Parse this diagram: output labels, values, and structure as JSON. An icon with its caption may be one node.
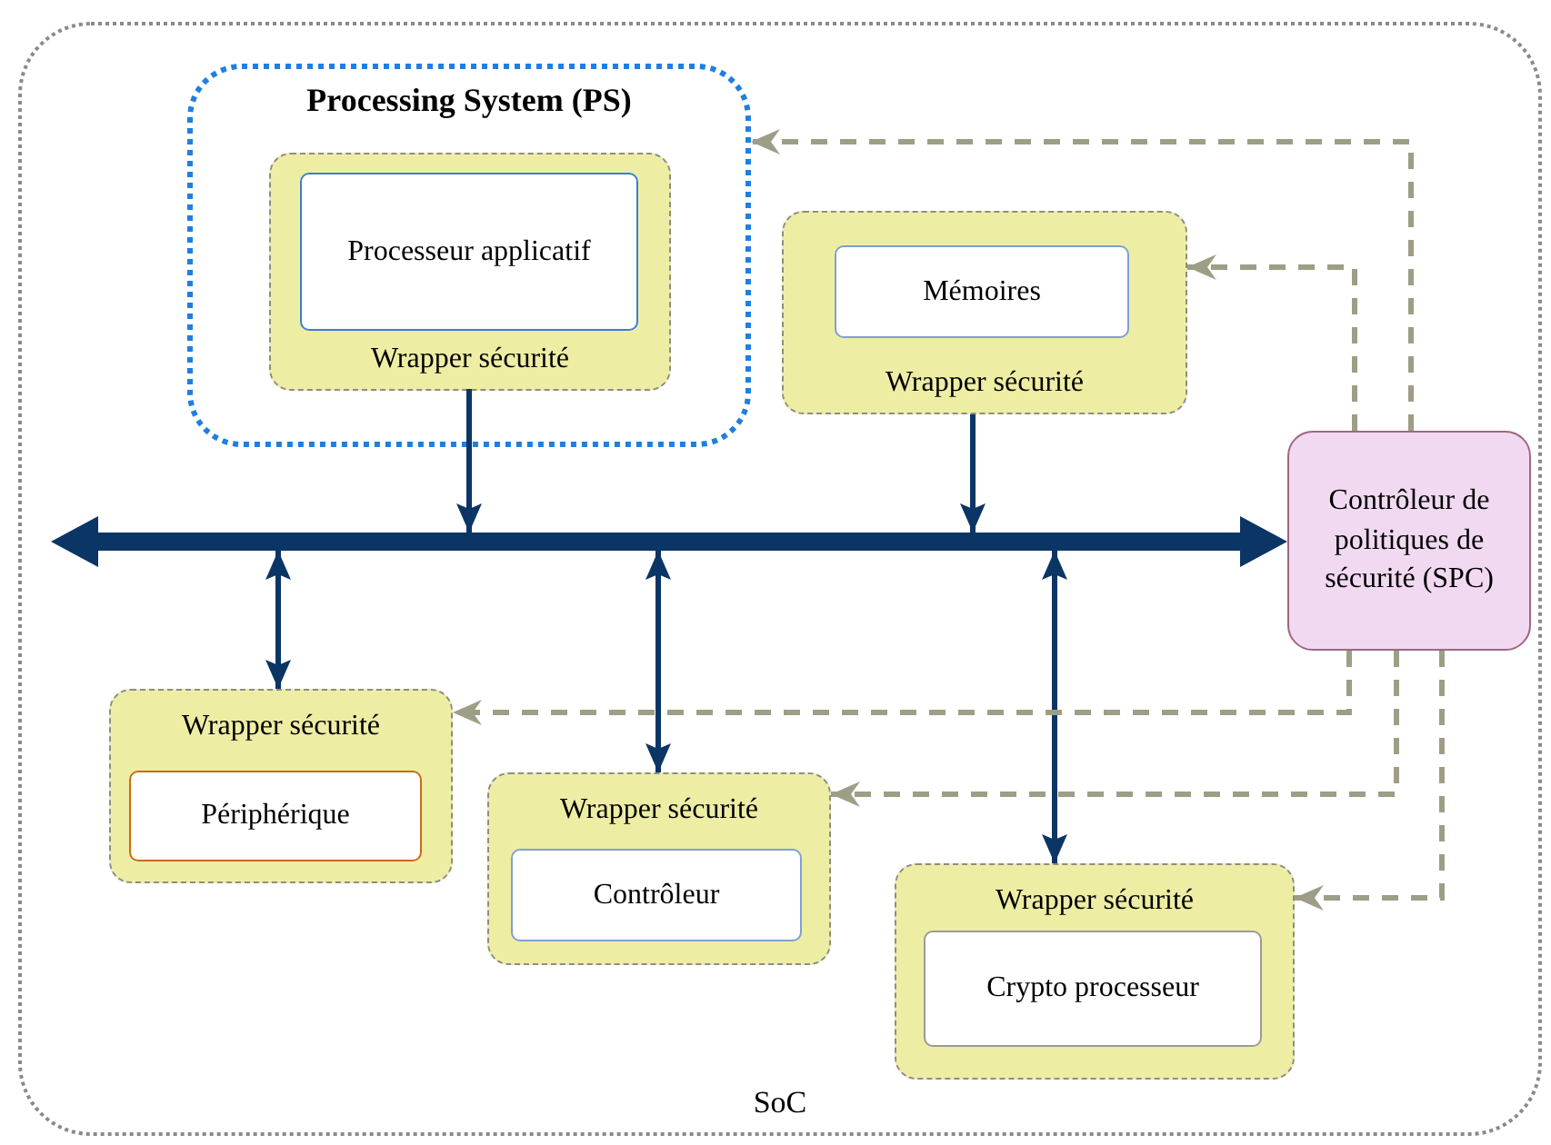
{
  "diagram": {
    "nodes": [
      {
        "text": [
          "SoC"
        ]
      },
      {
        "text": [
          "Processing System (PS)"
        ],
        "in": 0
      },
      {
        "text": [
          "Wrapper sécurité"
        ],
        "in": 1
      },
      {
        "text": [
          "Processeur applicatif"
        ],
        "in": 2
      },
      {
        "text": [
          "Wrapper sécurité"
        ],
        "in": 0
      },
      {
        "text": [
          "Mémoires"
        ],
        "in": 4
      },
      {
        "text": [],
        "shape": "bar",
        "in": 0
      },
      {
        "text": [
          "Contrôleur de politiques de sécurité (SPC)"
        ],
        "in": 0
      },
      {
        "text": [
          "Wrapper sécurité"
        ],
        "in": 0
      },
      {
        "text": [
          "Périphérique"
        ],
        "in": 8
      },
      {
        "text": [
          "Wrapper sécurité"
        ],
        "in": 0
      },
      {
        "text": [
          "Contrôleur"
        ],
        "in": 10
      },
      {
        "text": [
          "Wrapper sécurité"
        ],
        "in": 0
      },
      {
        "text": [
          "Crypto processeur"
        ],
        "in": 12
      }
    ],
    "edges": [
      {
        "from": 2,
        "to": 6,
        "arrow": "to"
      },
      {
        "from": 4,
        "to": 6,
        "arrow": "to"
      },
      {
        "from": 6,
        "to": 8,
        "arrow": "both"
      },
      {
        "from": 6,
        "to": 10,
        "arrow": "both"
      },
      {
        "from": 6,
        "to": 12,
        "arrow": "both"
      },
      {
        "from": 7,
        "to": 1,
        "arrow": "to",
        "style": "dashed",
        "color": "#9e9e86"
      },
      {
        "from": 7,
        "to": 4,
        "arrow": "to",
        "style": "dashed",
        "color": "#9e9e86"
      },
      {
        "from": 7,
        "to": 8,
        "arrow": "to",
        "style": "dashed",
        "color": "#9e9e86"
      },
      {
        "from": 7,
        "to": 10,
        "arrow": "to",
        "style": "dashed",
        "color": "#9e9e86"
      },
      {
        "from": 7,
        "to": 12,
        "arrow": "to",
        "style": "dashed",
        "color": "#9e9e86"
      }
    ]
  }
}
